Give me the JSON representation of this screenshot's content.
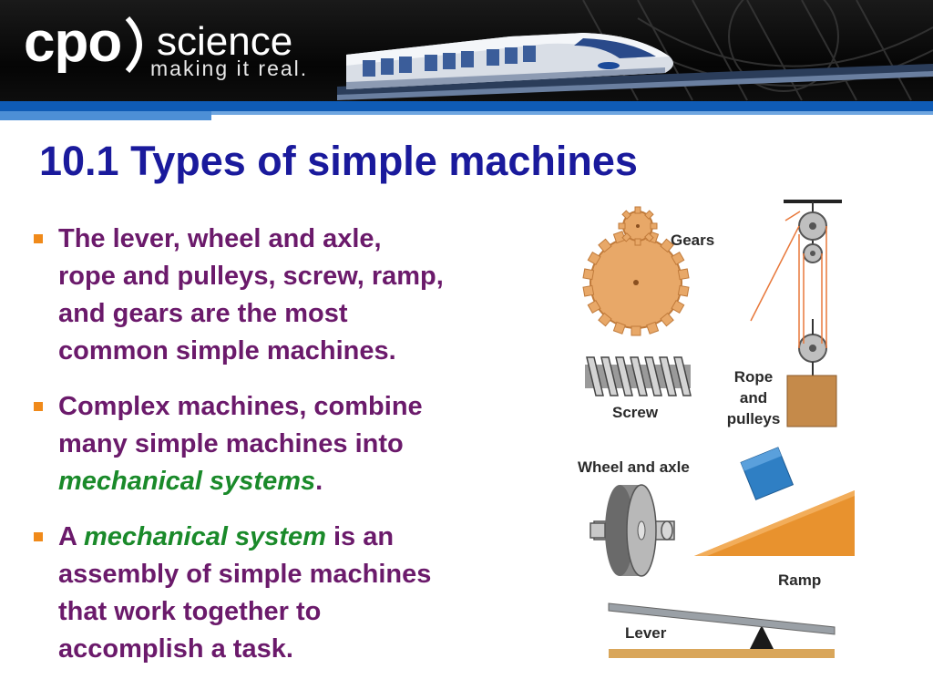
{
  "brand": {
    "cpo": "cpo",
    "science": "science",
    "tagline": "making it real."
  },
  "title": "10.1 Types of simple machines",
  "bullets": [
    {
      "segments": [
        {
          "text": "The lever, wheel and axle,\nrope and pulleys, screw, ramp,\nand gears are the most\ncommon simple machines.",
          "style": "plain"
        }
      ]
    },
    {
      "segments": [
        {
          "text": "Complex machines, combine\nmany simple machines into\n",
          "style": "plain"
        },
        {
          "text": "mechanical systems",
          "style": "emphasis"
        },
        {
          "text": ".",
          "style": "plain"
        }
      ]
    },
    {
      "segments": [
        {
          "text": "A ",
          "style": "plain"
        },
        {
          "text": "mechanical system",
          "style": "emphasis"
        },
        {
          "text": " is an\nassembly of simple machines\nthat work together to\naccomplish a task.",
          "style": "plain"
        }
      ]
    }
  ],
  "figure_labels": {
    "gears": "Gears",
    "rope_line1": "Rope",
    "rope_line2": "and",
    "rope_line3": "pulleys",
    "screw": "Screw",
    "wheel": "Wheel and axle",
    "ramp": "Ramp",
    "lever": "Lever"
  },
  "colors": {
    "title": "#1a1a9c",
    "body_text": "#6b1a6b",
    "emphasis": "#1a8a2a",
    "bullet_marker": "#f08a1a",
    "banner_stripe": "#0f5bb5"
  },
  "icons": [
    "cpo-logo",
    "maglev-train-illustration",
    "gears-icon",
    "pulley-icon",
    "screw-icon",
    "wheel-axle-icon",
    "ramp-icon",
    "lever-icon"
  ]
}
